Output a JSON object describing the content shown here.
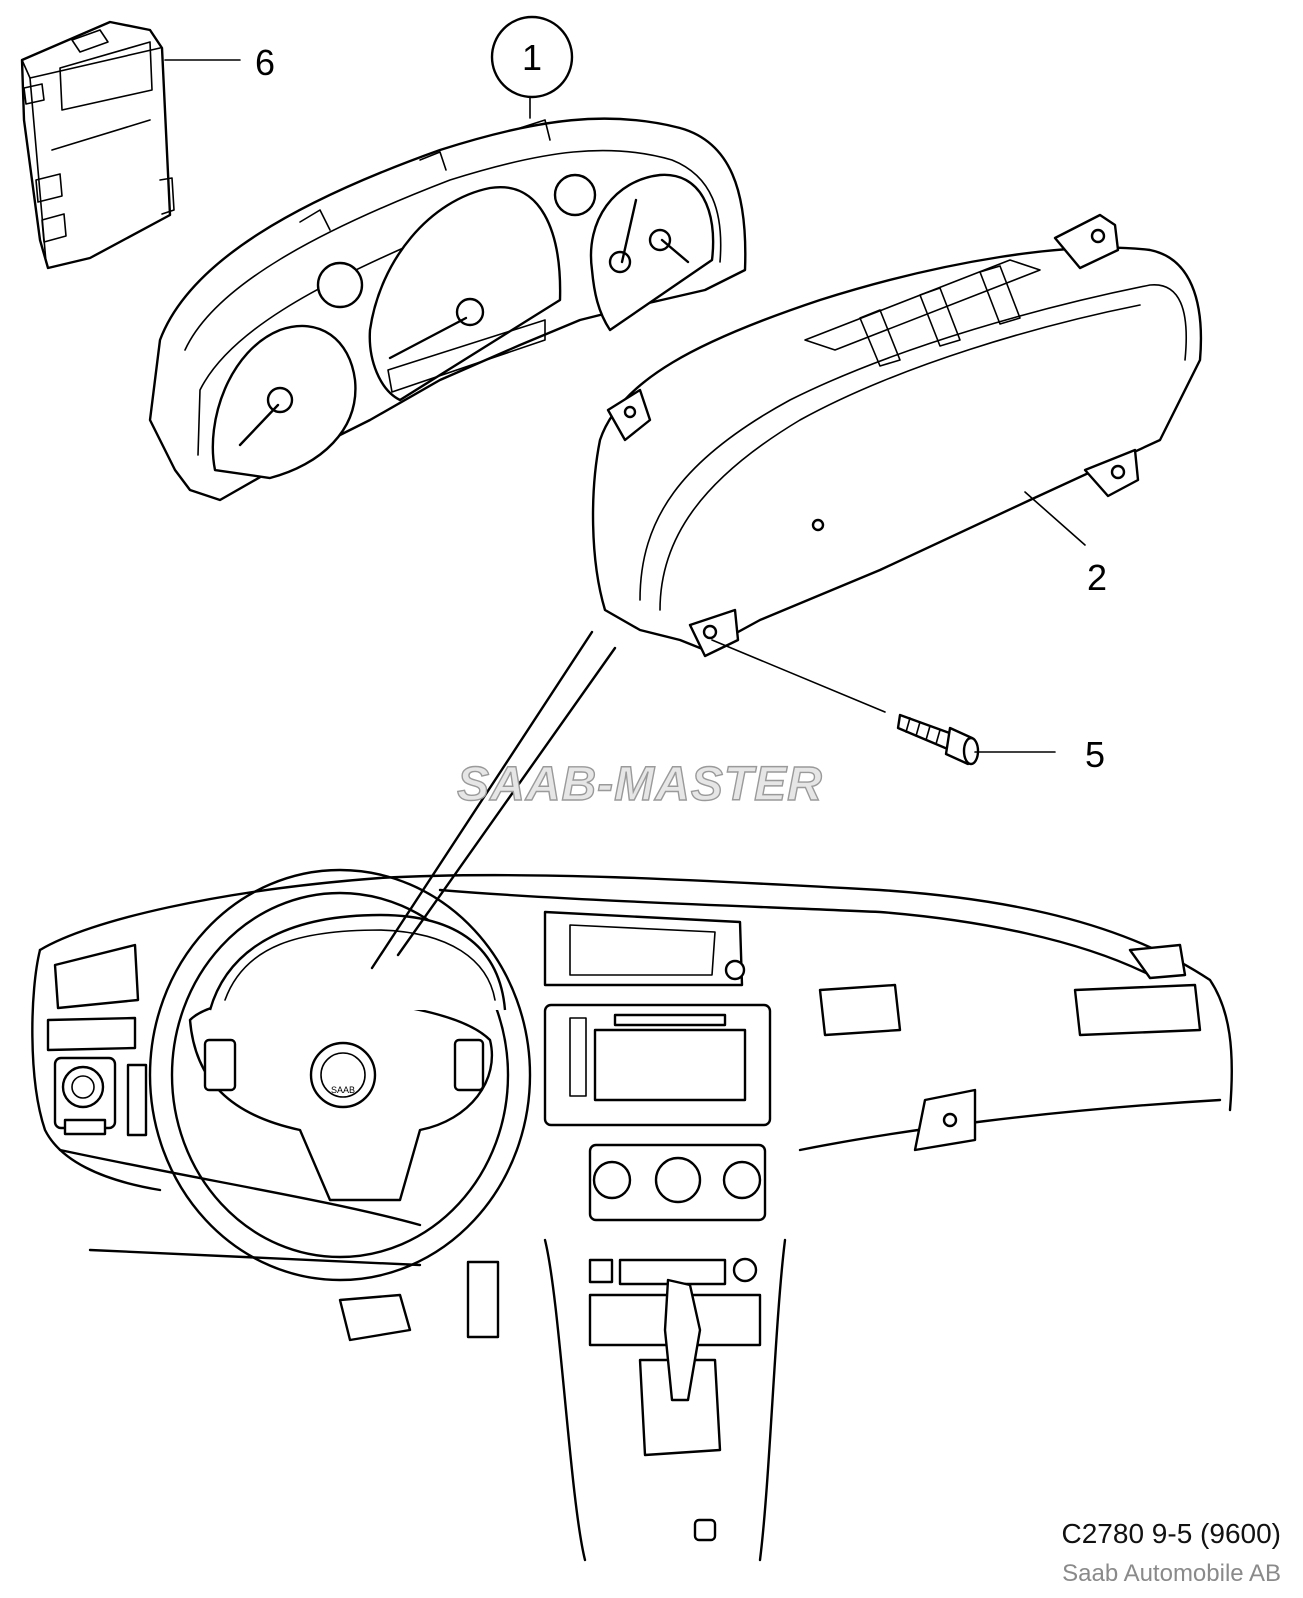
{
  "callouts": {
    "c1": "1",
    "c2": "2",
    "c5": "5",
    "c6": "6"
  },
  "reference": "C2780 9-5 (9600)",
  "copyright": "Saab Automobile AB",
  "watermark": "SAAB-MASTER",
  "badge_text": "SAAB"
}
